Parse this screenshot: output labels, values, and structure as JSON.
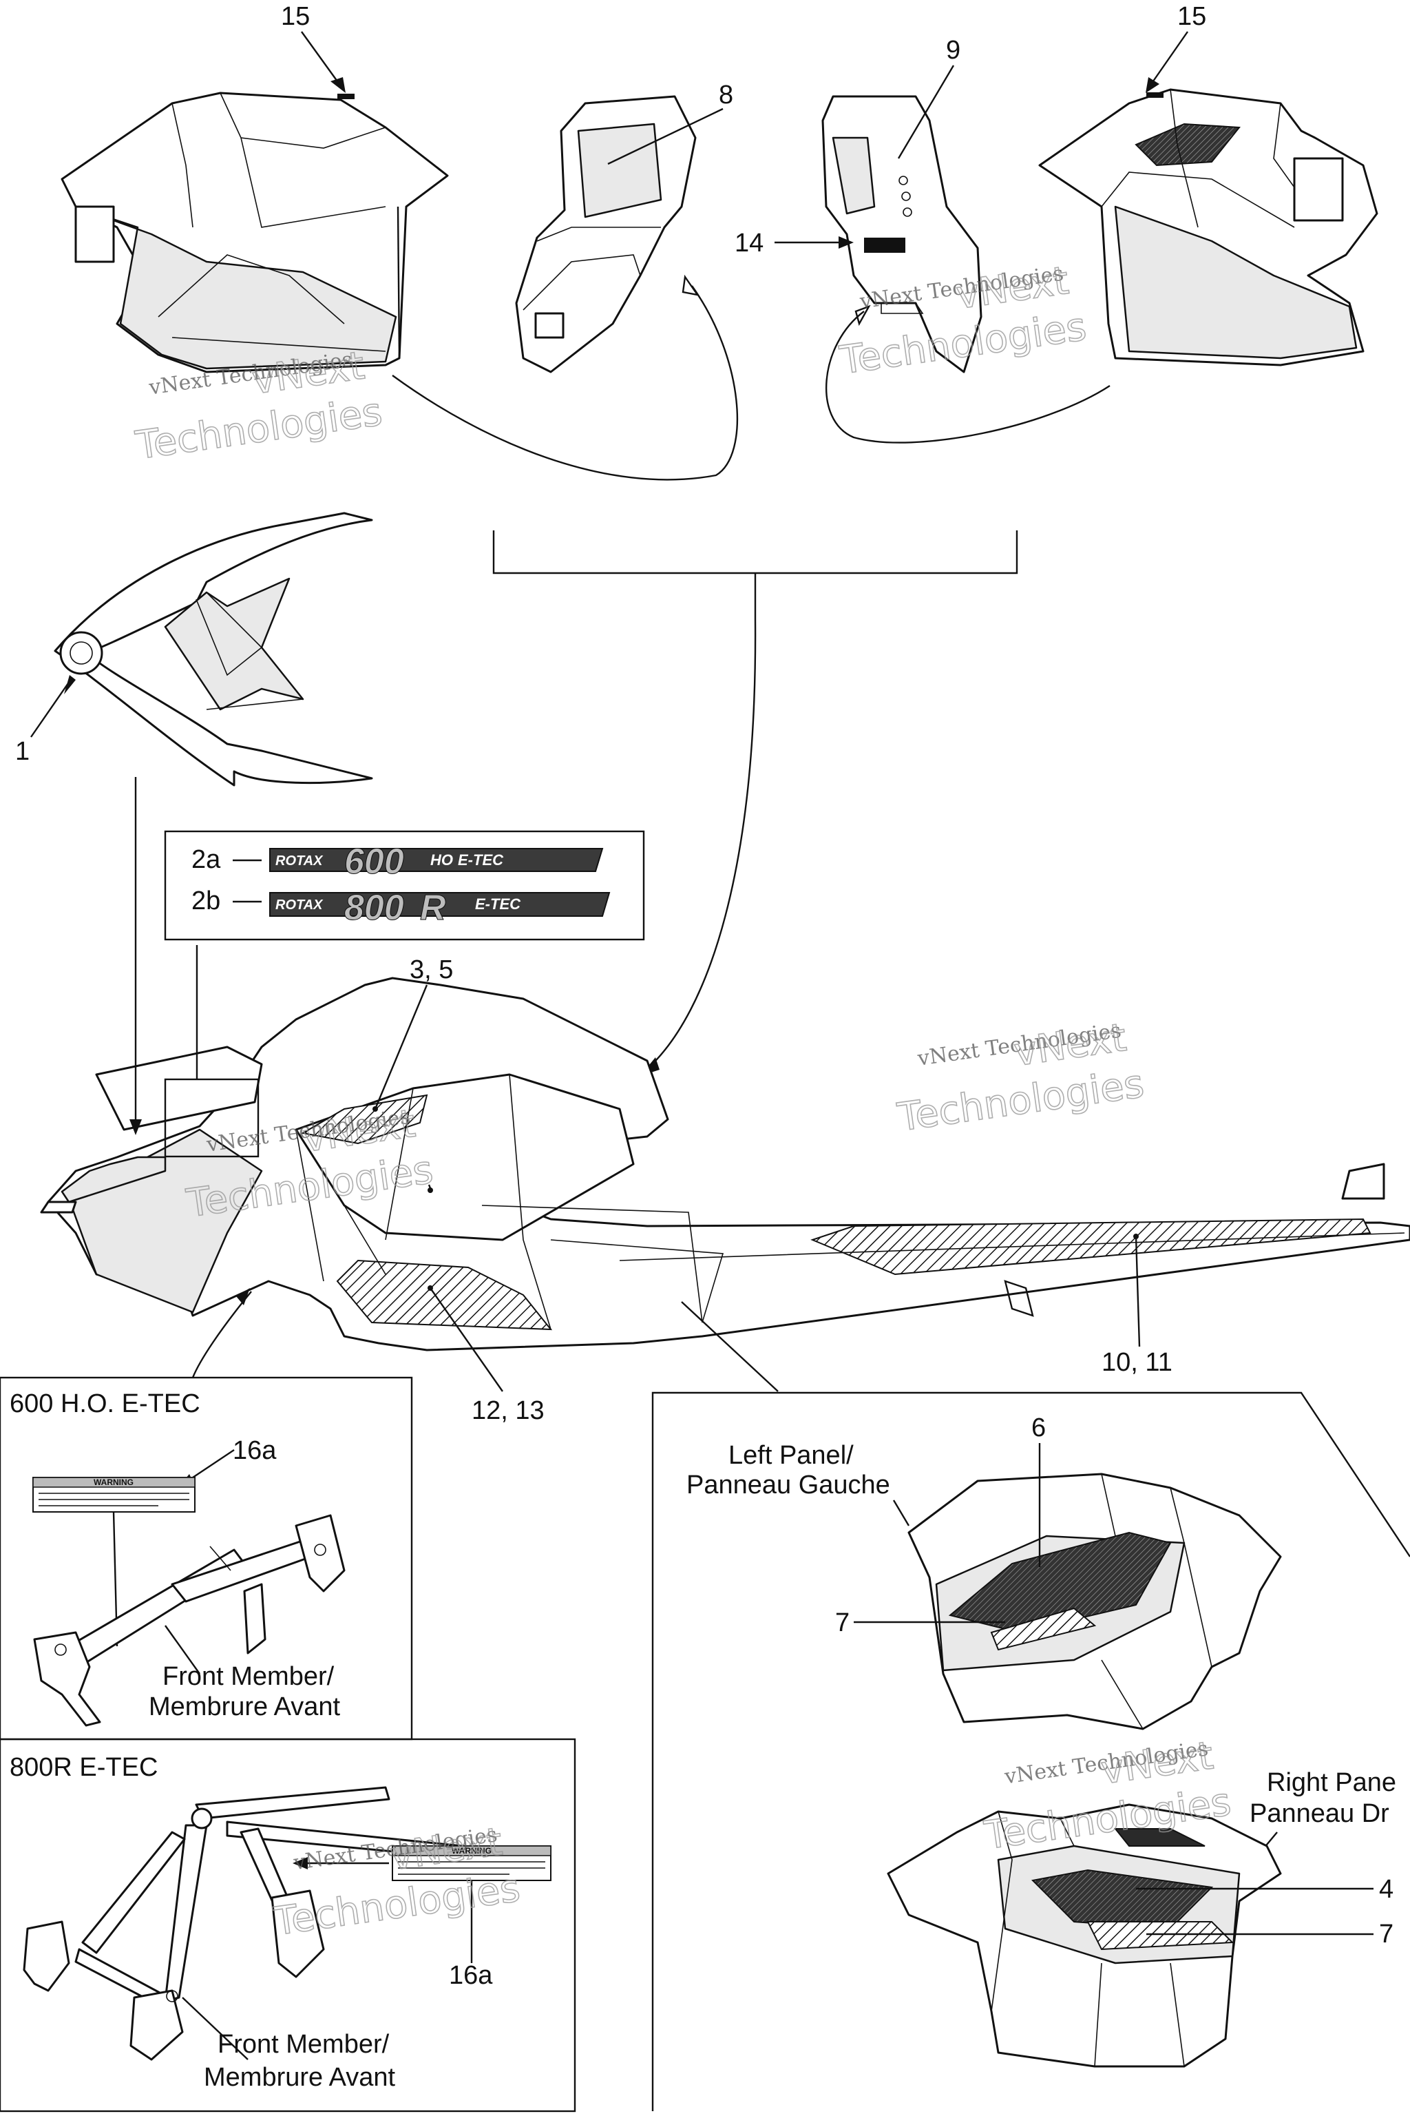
{
  "callouts": {
    "c15_left": "15",
    "c8": "8",
    "c9": "9",
    "c15_right": "15",
    "c14": "14",
    "c1": "1",
    "c2a": "2a",
    "c2b": "2b",
    "c3_5": "3, 5",
    "c10_11": "10, 11",
    "c12_13": "12, 13",
    "c16a_top": "16a",
    "c16a_bottom": "16a",
    "c6": "6",
    "c7_left": "7",
    "c4": "4",
    "c7_right": "7"
  },
  "decals": {
    "d2a": {
      "brand": "ROTAX",
      "number": "600",
      "suffix": "HO",
      "tech": "E-TEC"
    },
    "d2b": {
      "brand": "ROTAX",
      "number": "800",
      "suffix": "R",
      "tech": "E-TEC"
    }
  },
  "insets": {
    "ho600": {
      "title": "600 H.O. E-TEC",
      "caption_line1": "Front Member/",
      "caption_line2": "Membrure Avant",
      "warning_heading": "WARNING"
    },
    "r800": {
      "title": "800R E-TEC",
      "caption_line1": "Front Member/",
      "caption_line2": "Membrure Avant",
      "warning_heading": "WARNING"
    },
    "panels": {
      "left_line1": "Left Panel/",
      "left_line2": "Panneau Gauche",
      "right_line1": "Right Pane",
      "right_line2": "Panneau Dr"
    }
  },
  "watermark": {
    "line1": "vNext Technologies",
    "line2a": "vNext",
    "line2b": "Technologies"
  }
}
